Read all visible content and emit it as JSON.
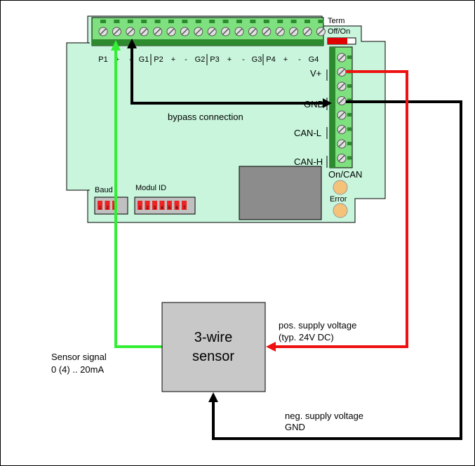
{
  "board": {
    "term_label_1": "Term",
    "term_label_2": "Off/On",
    "top_terminal_labels": [
      "P1",
      "+",
      "-",
      "G1",
      "P2",
      "+",
      "-",
      "G2",
      "P3",
      "+",
      "-",
      "G3",
      "P4",
      "+",
      "-",
      "G4"
    ],
    "side_terminal_labels": [
      "V+",
      "GND",
      "CAN-L",
      "CAN-H"
    ],
    "on_can_label": "On/CAN",
    "error_label": "Error",
    "baud_label": "Baud",
    "module_id_label": "Modul ID",
    "baud_dip_numbers": [
      "1",
      "2",
      "3"
    ],
    "module_id_dip_numbers": [
      "1",
      "2",
      "3",
      "4",
      "5",
      "6",
      "7"
    ]
  },
  "wiring": {
    "bypass_label": "bypass connection",
    "pos_supply_line1": "pos. supply voltage",
    "pos_supply_line2": "(typ. 24V DC)",
    "neg_supply_line1": "neg. supply voltage",
    "neg_supply_line2": "GND",
    "sensor_signal_line1": "Sensor signal",
    "sensor_signal_line2": "0 (4) .. 20mA",
    "colors": {
      "board": "#c8f5dc",
      "terminal_block": "#7ee07e",
      "signal_wire": "#33ee33",
      "supply_wire": "#ee1111",
      "ground_wire": "#000000",
      "sensor_box": "#c8c8c8",
      "chip": "#8c8c8c",
      "led": "#f5c27a"
    }
  },
  "sensor": {
    "line1": "3-wire",
    "line2": "sensor"
  }
}
